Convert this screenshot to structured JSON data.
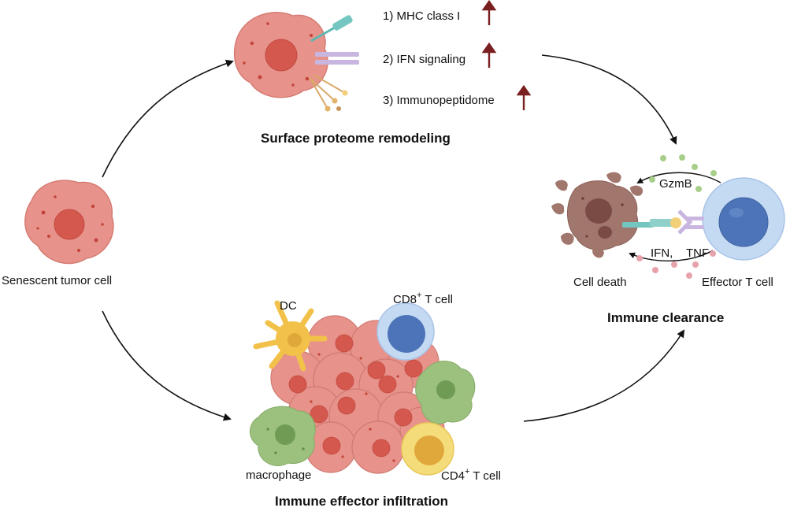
{
  "nodes": {
    "senescent": {
      "label": "Senescent tumor cell"
    },
    "surface": {
      "title": "Surface proteome remodeling",
      "items": [
        "1) MHC class I",
        "2) IFN signaling",
        "3) Immunopeptidome"
      ]
    },
    "clearance": {
      "title": "Immune clearance",
      "cell_death": "Cell death",
      "effector": "Effector T cell",
      "gzmb": "GzmB",
      "ifn": "IFN,",
      "tnf": "TNF"
    },
    "infiltration": {
      "title": "Immune effector infiltration",
      "dc": "DC",
      "cd8_base": "CD8",
      "cd8_sup": "+",
      "cd8_tail": " T cell",
      "cd4_base": "CD4",
      "cd4_sup": "+",
      "cd4_tail": " T cell",
      "macrophage": "macrophage"
    }
  },
  "colors": {
    "tumor_fill": "#e7928a",
    "tumor_nucleus": "#d4584e",
    "arrow_up": "#7a1f1f",
    "tcell_outer": "#c4d9f2",
    "tcell_inner": "#4d74b8",
    "cd4_outer": "#f5dc7a",
    "cd4_inner": "#e0a83a",
    "macrophage": "#9cc07e",
    "dc": "#f2c14a",
    "dead_cell": "#a1766c"
  }
}
